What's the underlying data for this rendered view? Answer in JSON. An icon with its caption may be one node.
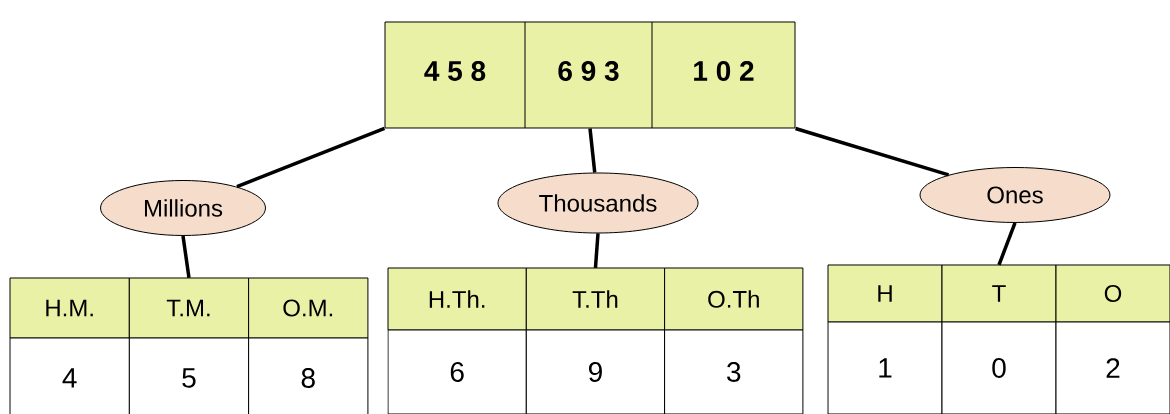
{
  "diagram": {
    "nodes": [
      {
        "text": [
          "4 5 8",
          "6 9 3",
          "1 0 2"
        ]
      },
      {
        "text": [
          "Millions"
        ]
      },
      {
        "text": [
          "Thousands"
        ]
      },
      {
        "text": [
          "Ones"
        ]
      },
      {
        "text": [
          "H.M.",
          "T.M.",
          "O.M.",
          "4",
          "5",
          "8"
        ]
      },
      {
        "text": [
          "H.Th.",
          "T.Th",
          "O.Th",
          "6",
          "9",
          "3"
        ]
      },
      {
        "text": [
          "H",
          "T",
          "O",
          "1",
          "0",
          "2"
        ]
      }
    ],
    "edges": [
      {
        "from": 0,
        "to": 1,
        "arrow": "none"
      },
      {
        "from": 0,
        "to": 2,
        "arrow": "none"
      },
      {
        "from": 0,
        "to": 3,
        "arrow": "none"
      },
      {
        "from": 1,
        "to": 4,
        "arrow": "none"
      },
      {
        "from": 2,
        "to": 5,
        "arrow": "none"
      },
      {
        "from": 3,
        "to": 6,
        "arrow": "none"
      }
    ]
  }
}
